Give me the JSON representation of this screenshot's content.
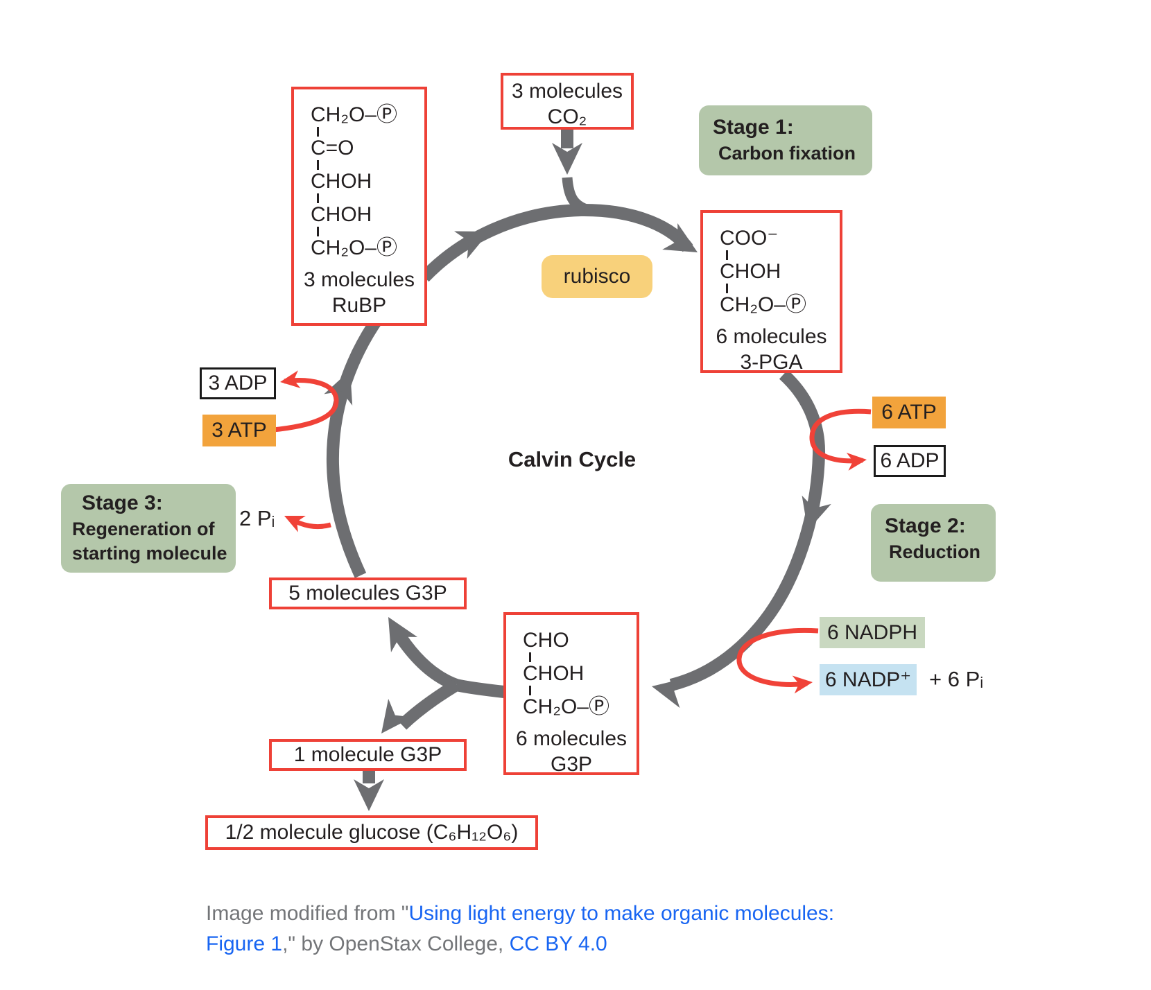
{
  "colors": {
    "cycle_arrow_gray": "#6d6e71",
    "reaction_arrow_red": "#f04238",
    "molecule_box_border_red": "#ee4137",
    "adp_box_border_black": "#1a1a1a",
    "atp_badge_orange": "#f2a33c",
    "stage_badge_green": "#b4c7aa",
    "nadph_badge_green": "#c9d8c0",
    "nadp_badge_blue": "#c5e2f1",
    "rubisco_pill_yellow": "#f8d17b",
    "diagram_text": "#231f20",
    "attribution_gray": "#737578",
    "link_blue": "#1865f2"
  },
  "diagram": {
    "center_label": "Calvin Cycle",
    "co2": {
      "line1": "3 molecules",
      "line2": "CO₂"
    },
    "rubisco_label": "rubisco",
    "stage1": {
      "title": "Stage 1:",
      "line1": "Carbon fixation"
    },
    "stage2": {
      "title": "Stage 2:",
      "line1": "Reduction"
    },
    "stage3": {
      "title": "Stage 3:",
      "line1": "Regeneration of",
      "line2": "starting molecule"
    },
    "rubp": {
      "structure": [
        "CH₂O–Ⓟ",
        "C=O",
        "CHOH",
        "CHOH",
        "CH₂O–Ⓟ"
      ],
      "count": "3 molecules",
      "name": "RuBP"
    },
    "pga": {
      "structure": [
        "COO⁻",
        "CHOH",
        "CH₂O–Ⓟ"
      ],
      "count": "6 molecules",
      "name": "3-PGA"
    },
    "g3p6": {
      "structure": [
        "CHO",
        "CHOH",
        "CH₂O–Ⓟ"
      ],
      "count": "6 molecules",
      "name": "G3P"
    },
    "g3p5_label": "5 molecules G3P",
    "g3p1_label": "1 molecule G3P",
    "glucose_label": "1/2 molecule glucose (C₆H₁₂O₆)",
    "atp3": "3 ATP",
    "adp3": "3 ADP",
    "atp6": "6 ATP",
    "adp6": "6 ADP",
    "nadph": "6 NADPH",
    "nadp": "6 NADP⁺",
    "pi6": "+ 6 Pᵢ",
    "pi2": "2 Pᵢ"
  },
  "attribution": {
    "prefix": "Image modified from \"",
    "link_line1": "Using light energy to make organic molecules:",
    "link_line2": "Figure 1",
    "middle": ",\" by OpenStax College, ",
    "license": "CC BY 4.0"
  }
}
